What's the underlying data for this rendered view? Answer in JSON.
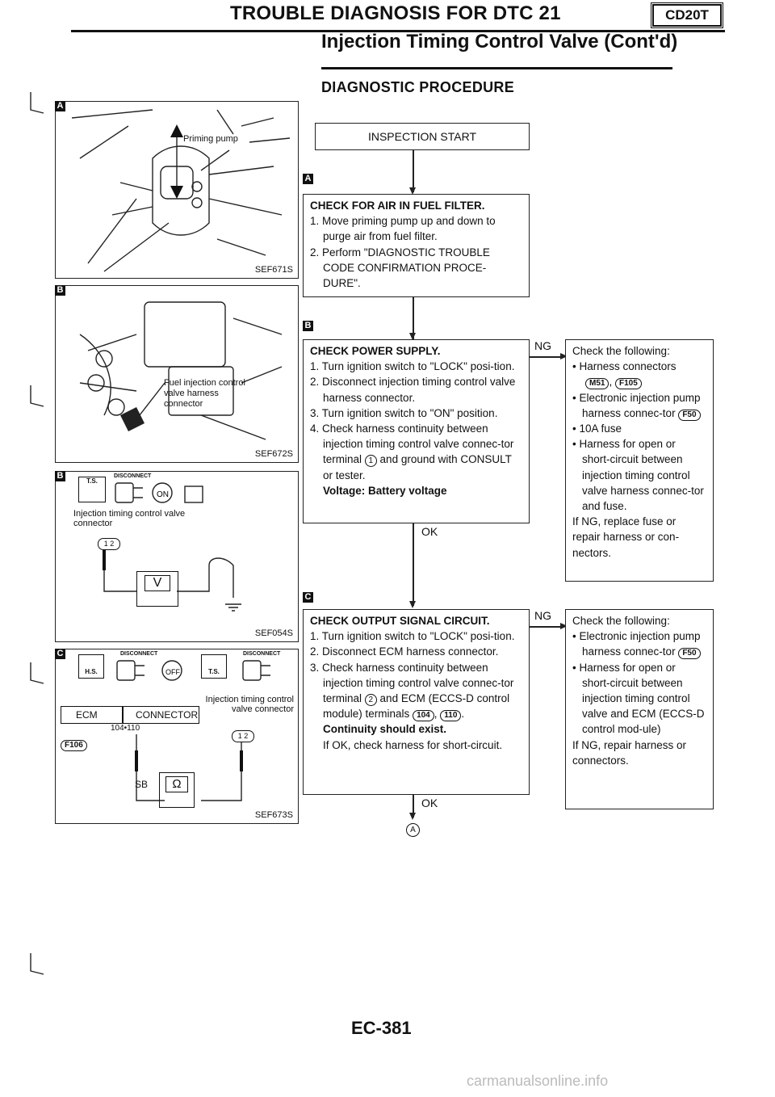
{
  "header": {
    "title": "TROUBLE DIAGNOSIS FOR DTC 21",
    "engine": "CD20T",
    "subtitle": "Injection Timing Control Valve (Cont'd)",
    "section": "DIAGNOSTIC PROCEDURE"
  },
  "figures": {
    "a": {
      "letter": "A",
      "code": "SEF671S",
      "label": "Priming pump"
    },
    "b": {
      "letter": "B",
      "code": "SEF672S",
      "label": "Fuel injection control valve harness connector"
    },
    "b2": {
      "letter": "B",
      "code": "SEF054S",
      "label": "Injection timing control valve connector",
      "disconnect": "DISCONNECT",
      "ts": "T.S.",
      "meter": "V",
      "pins": "1 2"
    },
    "c": {
      "letter": "C",
      "code": "SEF673S",
      "label": "Injection timing control valve connector",
      "disconnect": "DISCONNECT",
      "hs": "H.S.",
      "ts": "T.S.",
      "ecm": "ECM",
      "connector": "CONNECTOR",
      "pins_ecm": "104•110",
      "conn_id": "F106",
      "sb": "SB",
      "meter": "Ω",
      "pins": "1 2"
    }
  },
  "flow": {
    "start": "INSPECTION START",
    "stepA": {
      "letter": "A",
      "title": "CHECK FOR AIR IN FUEL FILTER.",
      "items": [
        "1. Move priming pump up and down to purge air from fuel filter.",
        "2. Perform \"DIAGNOSTIC TROUBLE CODE CONFIRMATION PROCE-DURE\"."
      ]
    },
    "stepB": {
      "letter": "B",
      "title": "CHECK POWER SUPPLY.",
      "items": [
        "1. Turn ignition switch to \"LOCK\" posi-tion.",
        "2. Disconnect injection timing control valve harness connector.",
        "3. Turn ignition switch to \"ON\" position.",
        "4. Check harness continuity between injection timing control valve connec-tor terminal",
        "and ground with CONSULT or tester."
      ],
      "pin": "1",
      "result": "Voltage: Battery voltage",
      "ng": "NG",
      "ok": "OK"
    },
    "ngB": {
      "intro": "Check the following:",
      "items": [
        "Harness connectors",
        "Electronic injection pump harness connec-tor",
        "10A fuse",
        "Harness for open or short-circuit between injection timing control valve harness connec-tor and fuse."
      ],
      "conns": [
        "M51",
        "F105",
        "F50"
      ],
      "outro": "If NG, replace fuse or repair harness or con-nectors."
    },
    "stepC": {
      "letter": "C",
      "title": "CHECK OUTPUT SIGNAL CIRCUIT.",
      "items": [
        "1. Turn ignition switch to \"LOCK\" posi-tion.",
        "2. Disconnect ECM harness connector.",
        "3. Check harness continuity between injection timing control valve connec-tor terminal",
        "and ECM (ECCS-D control module) terminals"
      ],
      "pin": "2",
      "terms": [
        "104",
        "110"
      ],
      "result": "Continuity should exist.",
      "note": "If OK, check harness for short-circuit.",
      "ng": "NG",
      "ok": "OK",
      "next": "A"
    },
    "ngC": {
      "intro": "Check the following:",
      "items": [
        "Electronic injection pump harness connec-tor",
        "Harness for open or short-circuit between injection timing control valve and ECM (ECCS-D control mod-ule)"
      ],
      "conns": [
        "F50"
      ],
      "outro": "If NG, repair harness or connectors."
    }
  },
  "footer": {
    "page": "EC-381"
  },
  "watermark": "carmanualsonline.info"
}
